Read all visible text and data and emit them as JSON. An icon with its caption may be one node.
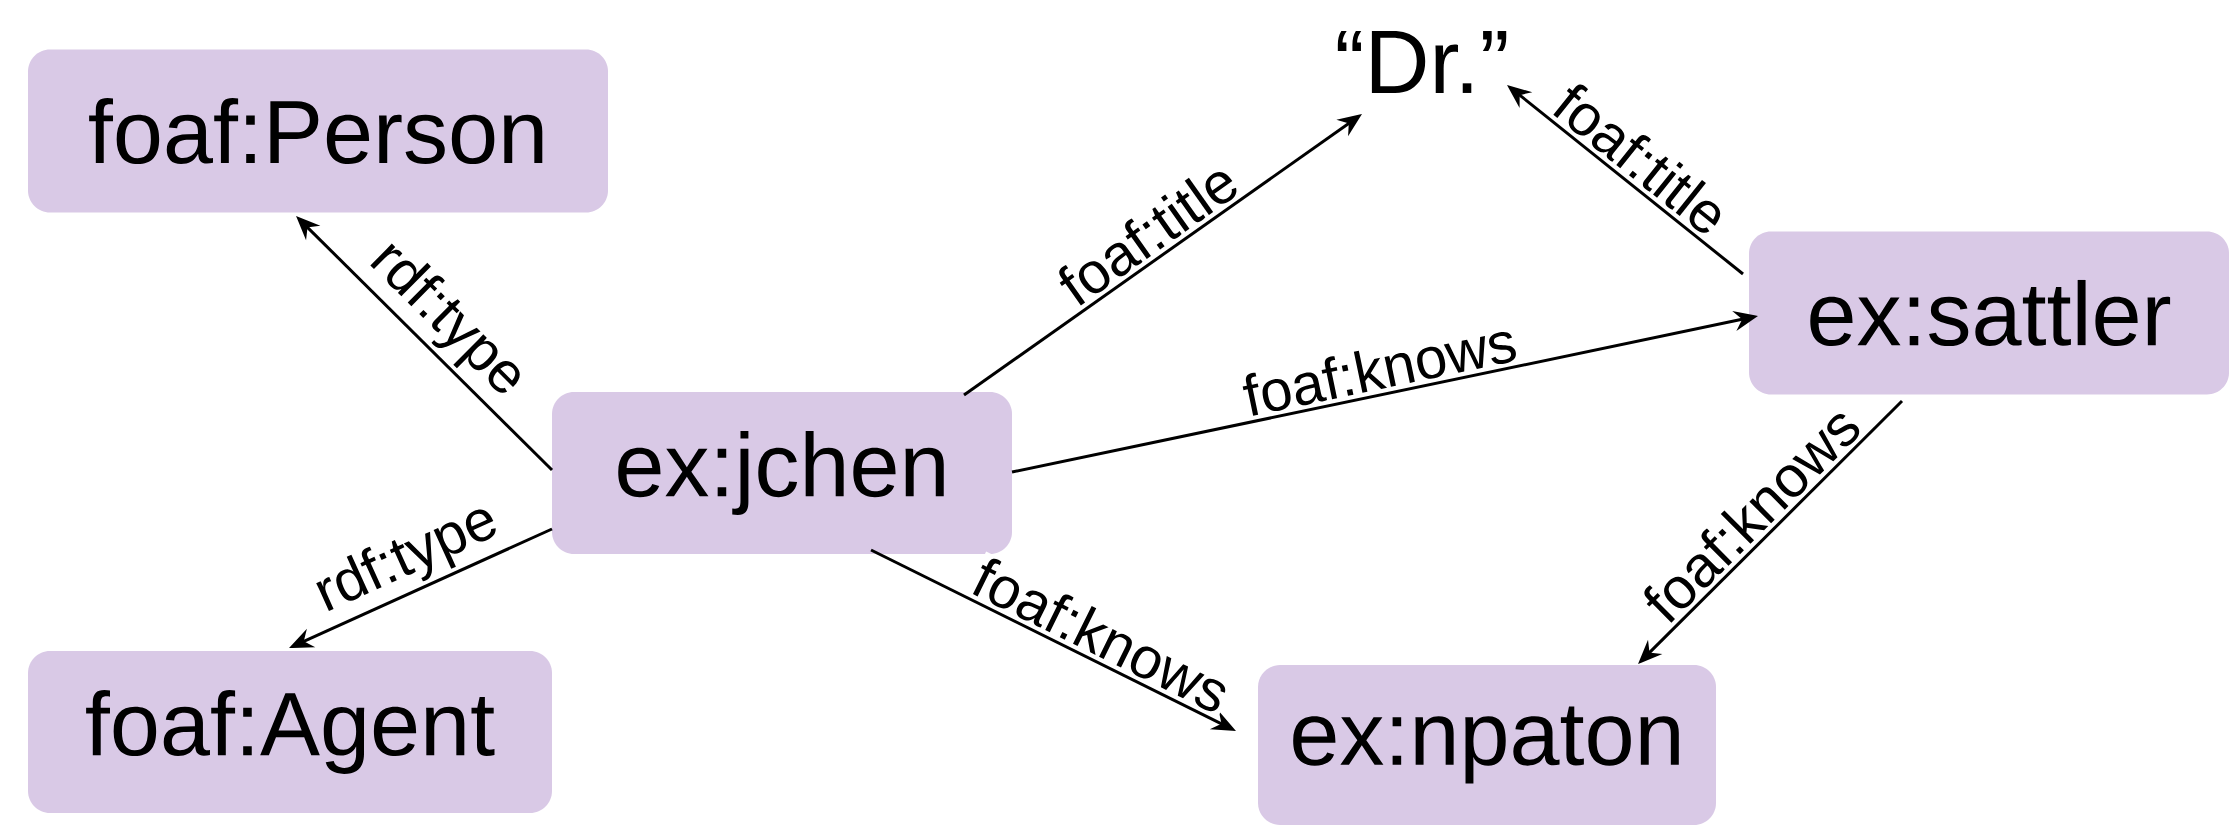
{
  "diagram": {
    "nodes": [
      {
        "text": [
          "foaf:Person"
        ]
      },
      {
        "text": [
          "“Dr.”"
        ]
      },
      {
        "text": [
          "ex:jchen"
        ]
      },
      {
        "text": [
          "ex:sattler"
        ]
      },
      {
        "text": [
          "foaf:Agent"
        ]
      },
      {
        "text": [
          "ex:npaton"
        ]
      }
    ],
    "edges": [
      {
        "from": 2,
        "to": 0,
        "arrow": "to",
        "label": "rdf:type"
      },
      {
        "from": 2,
        "to": 4,
        "arrow": "to",
        "label": "rdf:type"
      },
      {
        "from": 2,
        "to": 1,
        "arrow": "to",
        "label": "foaf:title"
      },
      {
        "from": 3,
        "to": 1,
        "arrow": "to",
        "label": "foaf:title"
      },
      {
        "from": 2,
        "to": 3,
        "arrow": "to",
        "label": "foaf:knows"
      },
      {
        "from": 2,
        "to": 5,
        "arrow": "to",
        "label": "foaf:knows"
      },
      {
        "from": 3,
        "to": 5,
        "arrow": "to",
        "label": "foaf:knows"
      }
    ]
  }
}
